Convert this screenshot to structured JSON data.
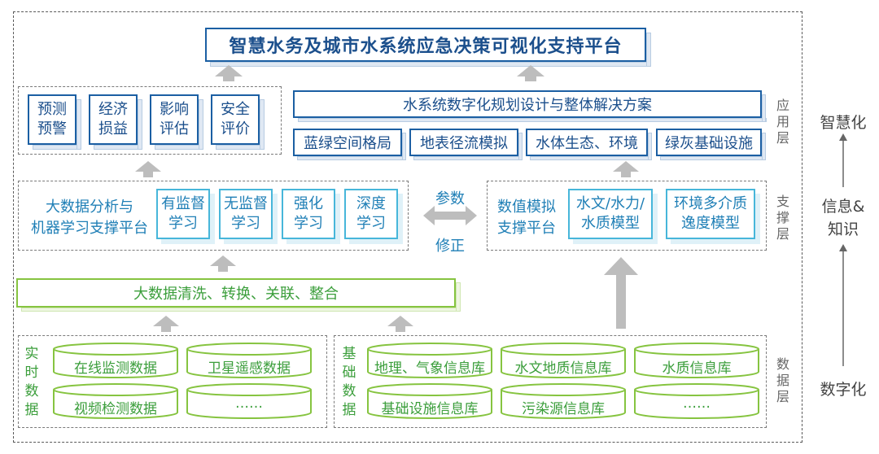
{
  "title": "智慧水务及城市水系统应急决策可视化支持平台",
  "application_layer": {
    "left_boxes": [
      {
        "line1": "预测",
        "line2": "预警"
      },
      {
        "line1": "经济",
        "line2": "损益"
      },
      {
        "line1": "影响",
        "line2": "评估"
      },
      {
        "line1": "安全",
        "line2": "评价"
      }
    ],
    "banner": "水系统数字化规划设计与整体解决方案",
    "right_boxes": [
      "蓝绿空间格局",
      "地表径流模拟",
      "水体生态、环境",
      "绿灰基础设施"
    ],
    "label_chars": [
      "应",
      "用",
      "层"
    ]
  },
  "support_layer": {
    "left_title_line1": "大数据分析与",
    "left_title_line2": "机器学习支撑平台",
    "left_boxes": [
      {
        "line1": "有监督",
        "line2": "学习"
      },
      {
        "line1": "无监督",
        "line2": "学习"
      },
      {
        "line1": "强化",
        "line2": "学习"
      },
      {
        "line1": "深度",
        "line2": "学习"
      }
    ],
    "exchange_top": "参数",
    "exchange_bottom": "修正",
    "right_title_line1": "数值模拟",
    "right_title_line2": "支撑平台",
    "right_boxes": [
      {
        "line1": "水文/水力/",
        "line2": "水质模型"
      },
      {
        "line1": "环境多介质",
        "line2": "逸度模型"
      }
    ],
    "label_chars": [
      "支",
      "撑",
      "层"
    ]
  },
  "cleaning_bar": "大数据清洗、转换、关联、整合",
  "data_layer": {
    "realtime_label_chars": [
      "实",
      "时",
      "数",
      "据"
    ],
    "realtime_items": [
      "在线监测数据",
      "卫星遥感数据",
      "视频检测数据",
      "……"
    ],
    "basic_label_chars": [
      "基",
      "础",
      "数",
      "据"
    ],
    "basic_items": [
      "地理、气象信息库",
      "水文地质信息库",
      "水质信息库",
      "基础设施信息库",
      "污染源信息库",
      "……"
    ],
    "label_chars": [
      "数",
      "据",
      "层"
    ]
  },
  "right_axis": {
    "top": "智慧化",
    "middle_line1": "信息&",
    "middle_line2": "知识",
    "bottom": "数字化"
  },
  "colors": {
    "blue": "#1b5fa3",
    "green": "#86c440",
    "teal": "#47b6da",
    "arrow_gray": "#bdbdbd"
  }
}
